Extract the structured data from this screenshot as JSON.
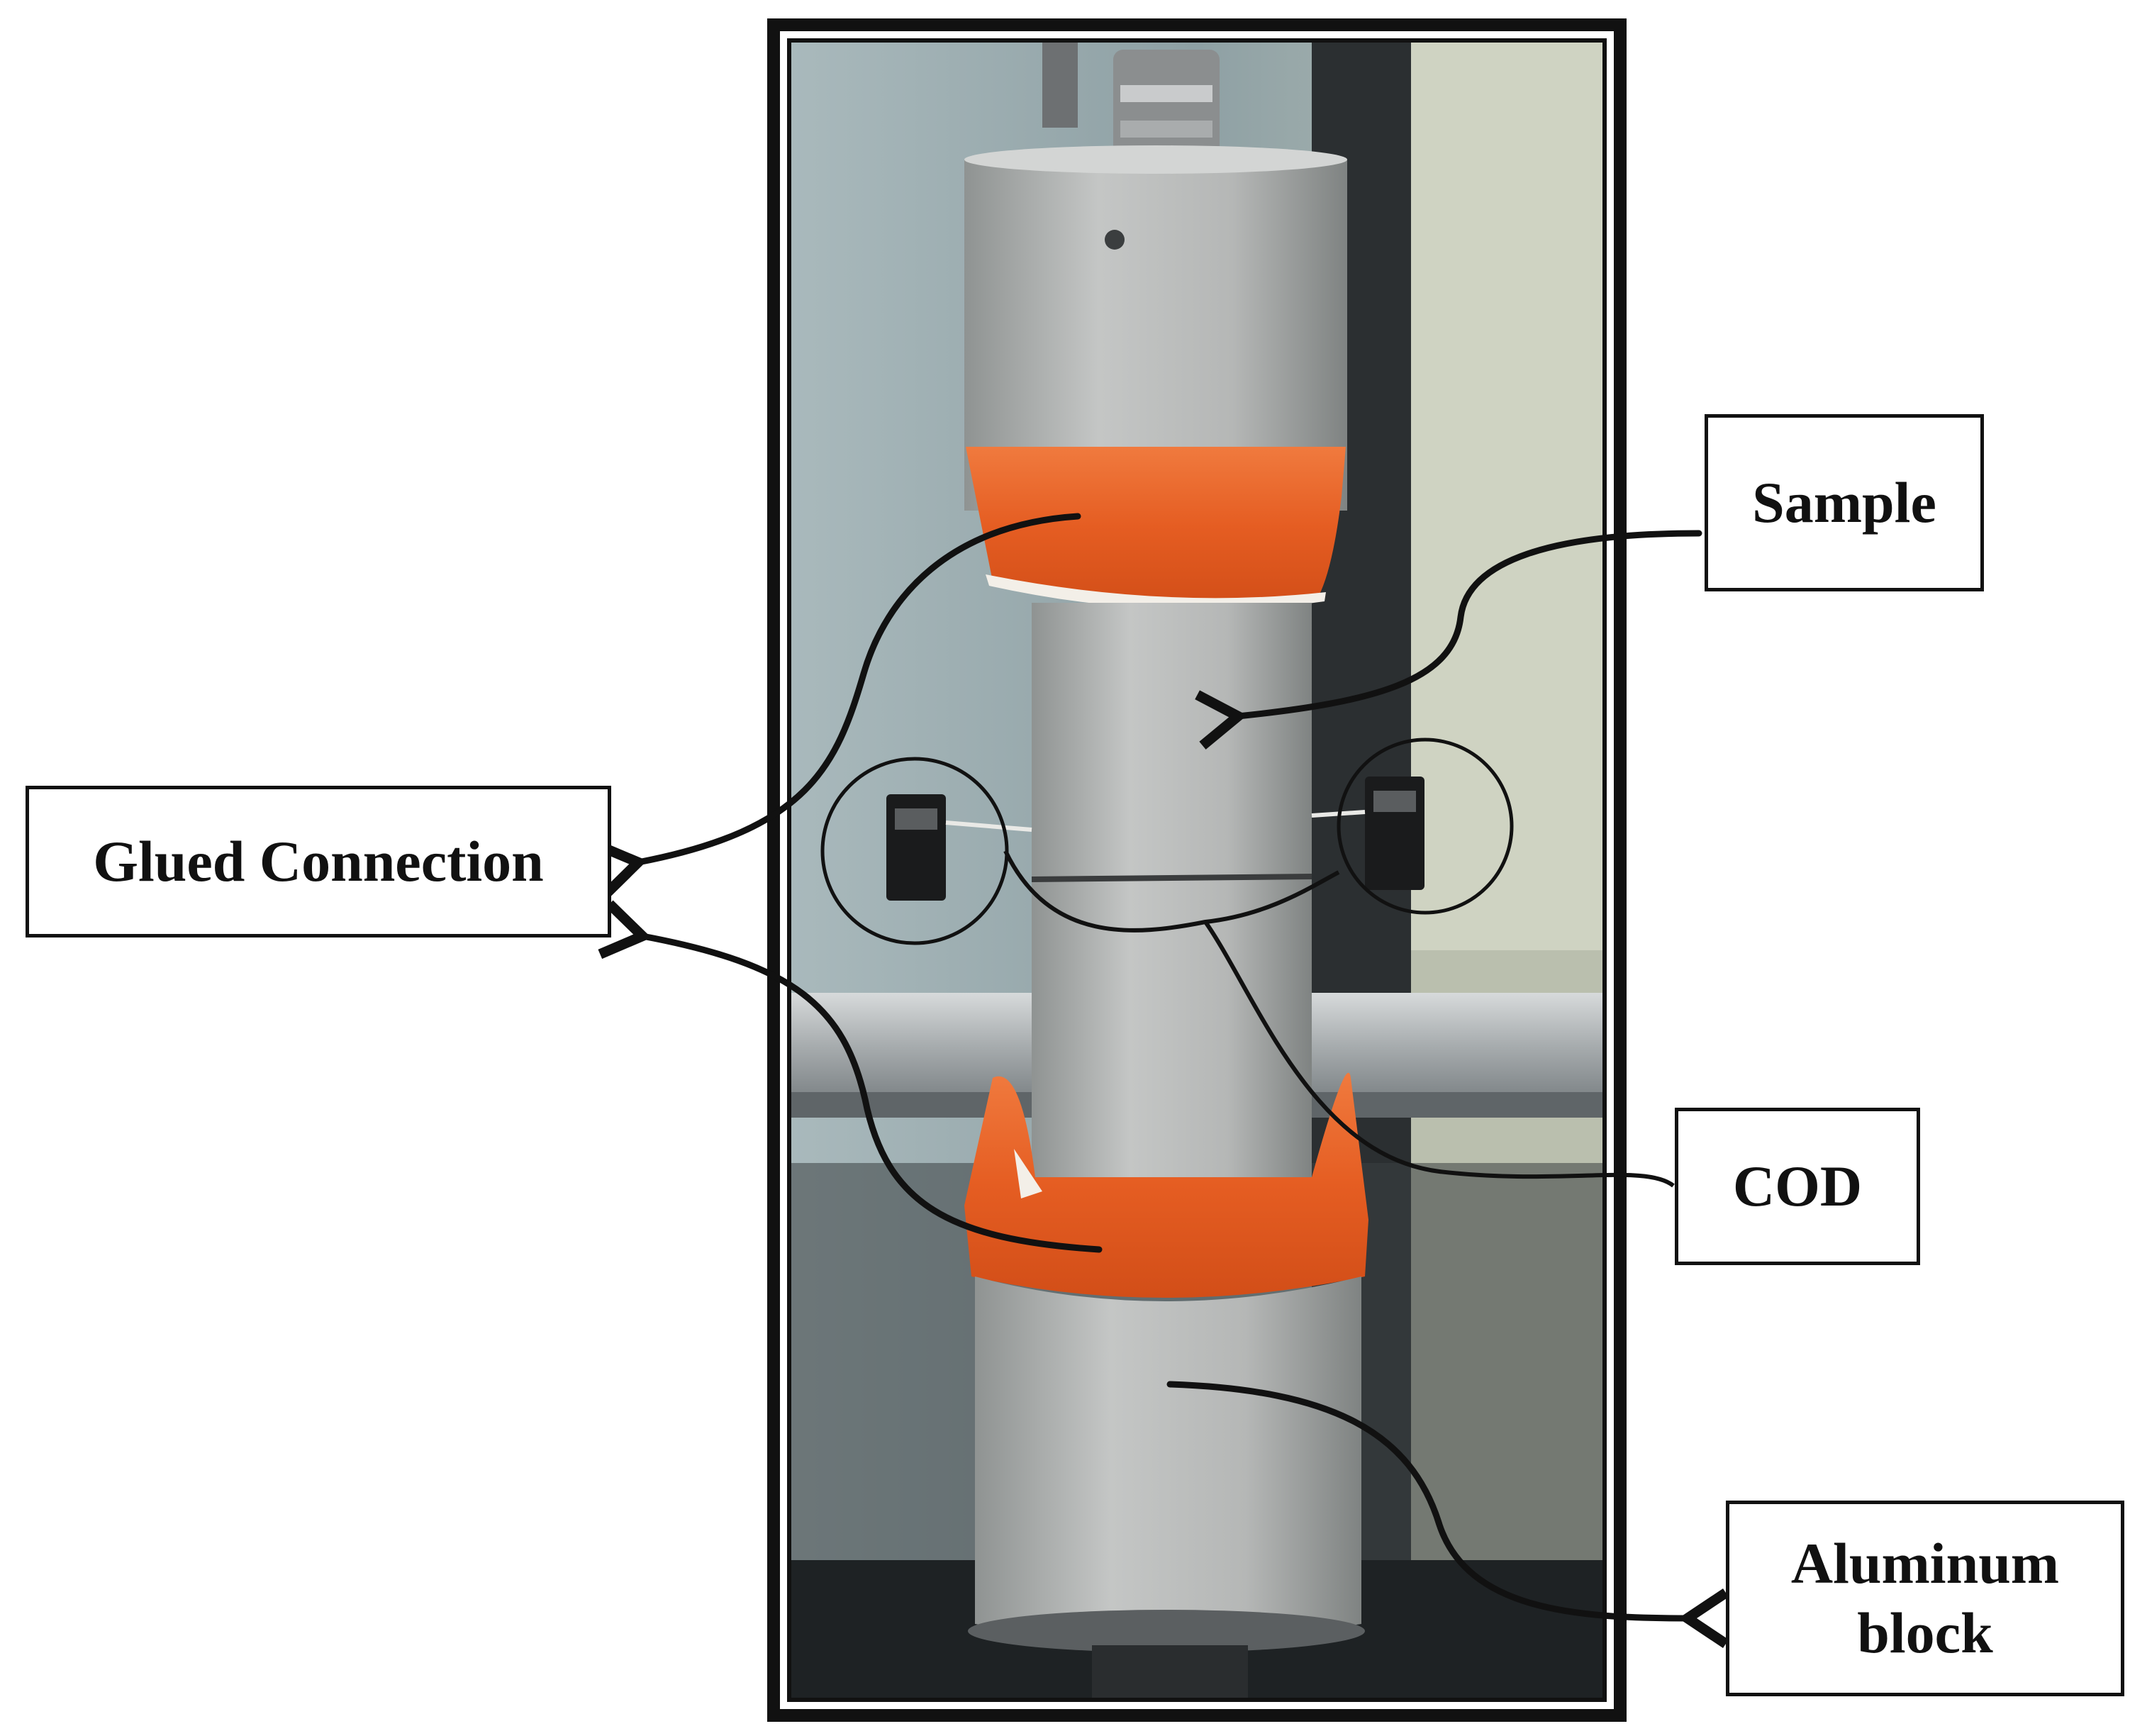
{
  "labels": {
    "sample": "Sample",
    "glued_connection": "Glued Connection",
    "cod": "COD",
    "aluminum_block_line1": "Aluminum",
    "aluminum_block_line2": "block"
  },
  "colors": {
    "frame": "#111111",
    "tape": "#e8622a",
    "concrete": "#b7b9b8",
    "background_wall": "#9fb0b3",
    "annotation": "#111111"
  }
}
